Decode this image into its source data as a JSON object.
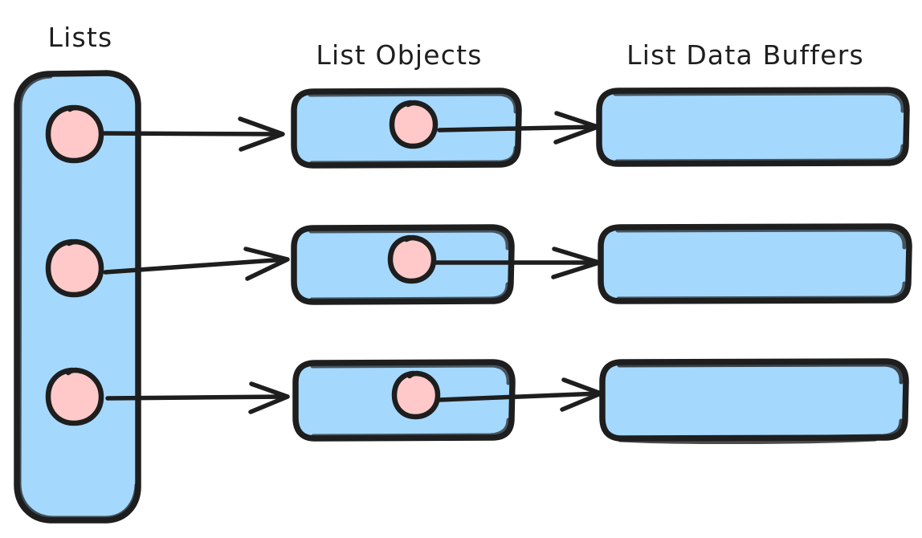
{
  "diagram": {
    "title": "List memory layout diagram",
    "background_color": "#ffffff",
    "palette": {
      "box_fill": "#a5d8fd",
      "circle_fill": "#ffc9c9",
      "stroke": "#1e1e1e"
    },
    "columns": [
      {
        "id": "lists",
        "label": "Lists"
      },
      {
        "id": "list-objects",
        "label": "List Objects"
      },
      {
        "id": "list-data-buffers",
        "label": "List Data Buffers"
      }
    ],
    "lists_container": {
      "name": "lists-container",
      "slots": [
        {
          "index": 1,
          "pointer_name": "list-pointer-1"
        },
        {
          "index": 2,
          "pointer_name": "list-pointer-2"
        },
        {
          "index": 3,
          "pointer_name": "list-pointer-3"
        }
      ]
    },
    "list_objects": [
      {
        "index": 1,
        "pointer_name": "buffer-pointer-1"
      },
      {
        "index": 2,
        "pointer_name": "buffer-pointer-2"
      },
      {
        "index": 3,
        "pointer_name": "buffer-pointer-3"
      }
    ],
    "list_data_buffers": [
      {
        "index": 1
      },
      {
        "index": 2
      },
      {
        "index": 3
      }
    ],
    "arrows": [
      {
        "name": "arrow-list-1-to-object-1",
        "from": "list-pointer-1",
        "to": "list-object-1"
      },
      {
        "name": "arrow-list-2-to-object-2",
        "from": "list-pointer-2",
        "to": "list-object-2"
      },
      {
        "name": "arrow-list-3-to-object-3",
        "from": "list-pointer-3",
        "to": "list-object-3"
      },
      {
        "name": "arrow-object-1-to-buffer-1",
        "from": "buffer-pointer-1",
        "to": "list-data-buffer-1"
      },
      {
        "name": "arrow-object-2-to-buffer-2",
        "from": "buffer-pointer-2",
        "to": "list-data-buffer-2"
      },
      {
        "name": "arrow-object-3-to-buffer-3",
        "from": "buffer-pointer-3",
        "to": "list-data-buffer-3"
      }
    ]
  }
}
